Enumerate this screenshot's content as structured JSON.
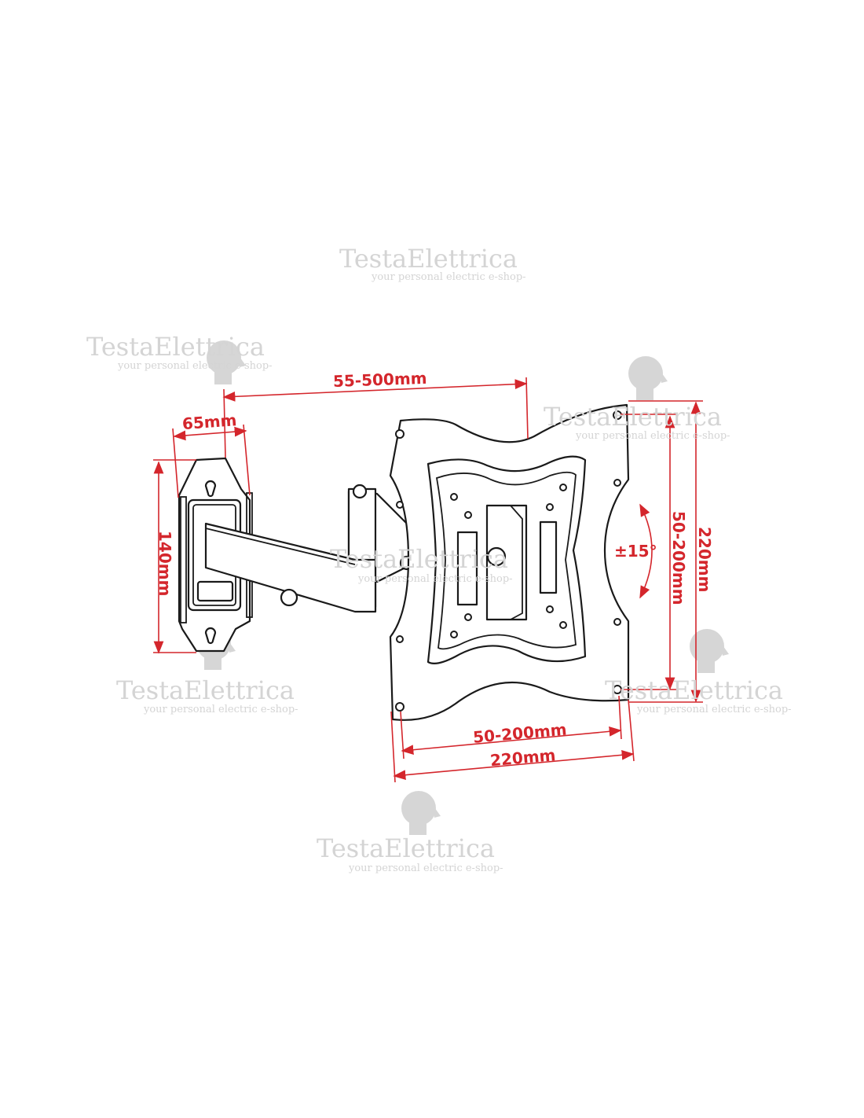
{
  "watermark": {
    "brand": "TestaElettrica",
    "tagline": "your personal electric e-shop-"
  },
  "dimensions": {
    "arm_extension": "55-500mm",
    "wall_plate_depth": "65mm",
    "wall_plate_height": "140mm",
    "tilt": "±15°",
    "vesa_vertical": "50-200mm",
    "plate_height": "220mm",
    "vesa_horizontal": "50-200mm",
    "plate_width": "220mm"
  },
  "colors": {
    "dimension": "#d4262c",
    "line_art": "#1a1a1a",
    "watermark": "#d4d4d4"
  }
}
